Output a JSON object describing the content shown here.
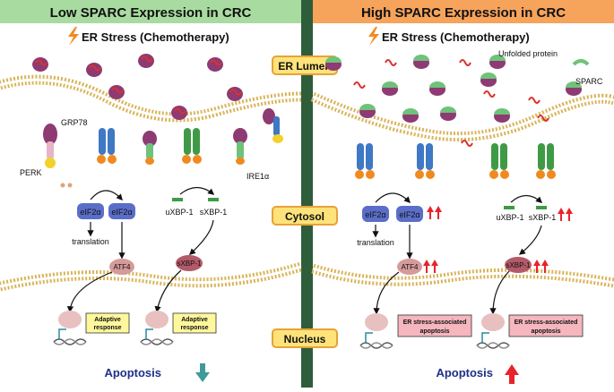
{
  "left_panel": {
    "title": "Low SPARC Expression in CRC",
    "er_stress": "ER Stress (Chemotherapy)",
    "grp78": "GRP78",
    "perk": "PERK",
    "ire1a": "IRE1α",
    "eif2a_1": "eIF2α",
    "eif2a_2": "eIF2α",
    "translation": "translation",
    "atf4": "ATF4",
    "uxbp1": "uXBP-1",
    "sxbp1": "sXBP-1",
    "sxbp1_node": "sXBP-1",
    "adaptive_1_line1": "Adaptive",
    "adaptive_1_line2": "response",
    "adaptive_2_line1": "Adaptive",
    "adaptive_2_line2": "response",
    "apoptosis": "Apoptosis"
  },
  "right_panel": {
    "title": "High SPARC Expression in CRC",
    "er_stress": "ER Stress (Chemotherapy)",
    "unfolded_protein": "Unfolded protein",
    "sparc": "SPARC",
    "eif2a_1": "eIF2α",
    "eif2a_2": "eIF2α",
    "translation": "translation",
    "atf4": "ATF4",
    "uxbp1": "uXBP-1",
    "sxbp1": "sXBP-1",
    "sxbp1_node": "sXBP-1",
    "apoptosis_box_1_line1": "ER stress-associated",
    "apoptosis_box_1_line2": "apoptosis",
    "apoptosis_box_2_line1": "ER stress-associated",
    "apoptosis_box_2_line2": "apoptosis",
    "apoptosis": "Apoptosis"
  },
  "compartments": {
    "er_lumen": "ER Lumen",
    "cytosol": "Cytosol",
    "nucleus": "Nucleus"
  },
  "colors": {
    "left_header": "#a8dba0",
    "right_header": "#f6a35c",
    "divider": "#2e5d3a",
    "compartment_label_bg": "#fde37a",
    "compartment_label_border": "#e7a23a",
    "lipid": "#d9b45a",
    "grp78": "#8e3a73",
    "unfolded_protein": "#d9332c",
    "sparc": "#6fc27a",
    "perk": "#3f78c4",
    "ire1": "#3f9a45",
    "adaptive_box": "#fff79c",
    "apoptosis_box": "#f5b6bd",
    "apoptosis_text": "#1f2f86",
    "down_arrow": "#3f9a9a",
    "up_arrow": "#e8232a"
  },
  "icons": {
    "lightning": "lightning-bolt-icon",
    "down_arrow": "arrow-down-icon",
    "up_arrow": "arrow-up-icon"
  }
}
